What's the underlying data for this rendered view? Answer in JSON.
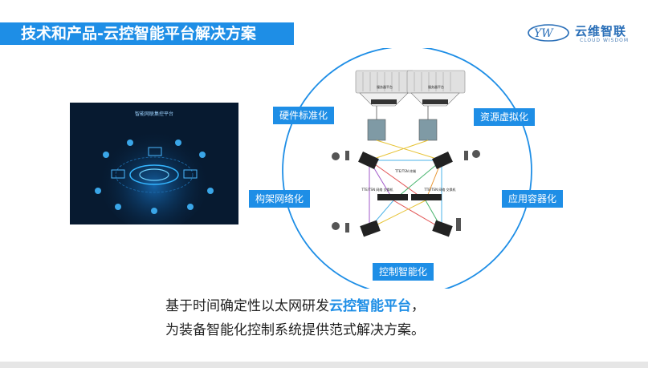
{
  "header": {
    "title": "技术和产品-云控智能平台解决方案",
    "logo_text": "云维智联",
    "logo_subtext": "CLOUD WISDOM"
  },
  "platform_image": {
    "title": "智能网联集控平台"
  },
  "diagram": {
    "labels": {
      "top_left": "硬件标准化",
      "top_right": "资源虚拟化",
      "mid_left": "构架网络化",
      "mid_right": "应用容器化",
      "bottom": "控制智能化"
    },
    "nodes": {
      "switch_a": "TTE/TSN 网络 交换机",
      "switch_b": "TTE/TSN 网络 交换机",
      "switch_c": "TTE/TSN 终端",
      "server_left": "服务器平台",
      "server_right": "服务器平台"
    }
  },
  "description": {
    "line1_prefix": "基于时间确定性以太网研发",
    "line1_highlight": "云控智能平台",
    "line1_suffix": "，",
    "line2": "为装备智能化控制系统提供范式解决方案。"
  },
  "colors": {
    "accent": "#1e8ee6",
    "logo": "#2a6fb8"
  }
}
